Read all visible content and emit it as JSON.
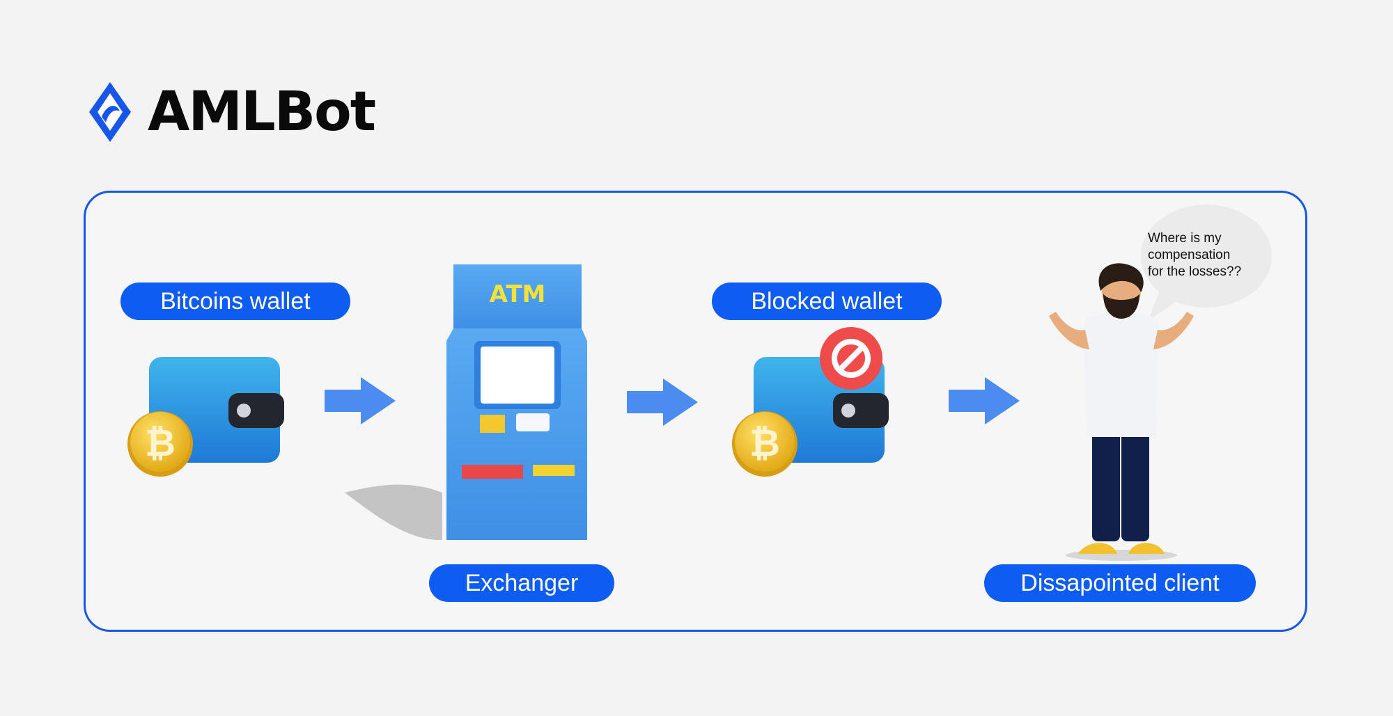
{
  "brand": {
    "name": "AMLBot",
    "color": "#1656e9"
  },
  "nodes": [
    {
      "label": "Bitcoins wallet",
      "icon": "bitcoin-wallet-icon"
    },
    {
      "label": "Exchanger",
      "icon": "atm-icon",
      "sign": "ATM"
    },
    {
      "label": "Blocked wallet",
      "icon": "blocked-wallet-icon"
    },
    {
      "label": "Dissapointed client",
      "icon": "person-icon"
    }
  ],
  "speech": {
    "lines": [
      "Where is my",
      "compensation",
      "for the losses??"
    ]
  },
  "colors": {
    "pill": "#0e5cf2",
    "arrow": "#4a8cef",
    "wallet": "#2f8fe0",
    "coin": "#f2c230",
    "block": "#ef4b4b"
  }
}
